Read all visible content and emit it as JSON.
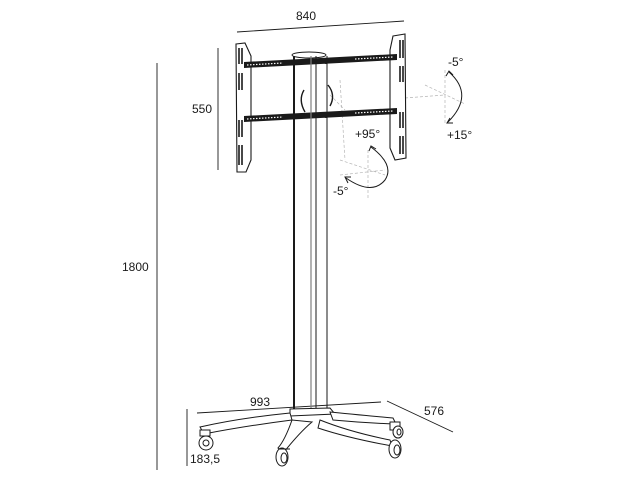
{
  "diagram": {
    "subject": "Mobile TV stand with VESA mounting bracket on casters",
    "colors": {
      "line": "#1a1a1a",
      "hidden_line": "#b5b5b5",
      "background": "#ffffff"
    },
    "dimensions": {
      "bracket_width": "840",
      "bracket_height": "550",
      "total_height": "1800",
      "base_width": "993",
      "base_depth": "576",
      "caster_height": "183,5"
    },
    "rotation": {
      "swivel_plus": "+95°",
      "swivel_minus": "-5°",
      "tilt_up": "-5°",
      "tilt_down": "+15°"
    }
  }
}
